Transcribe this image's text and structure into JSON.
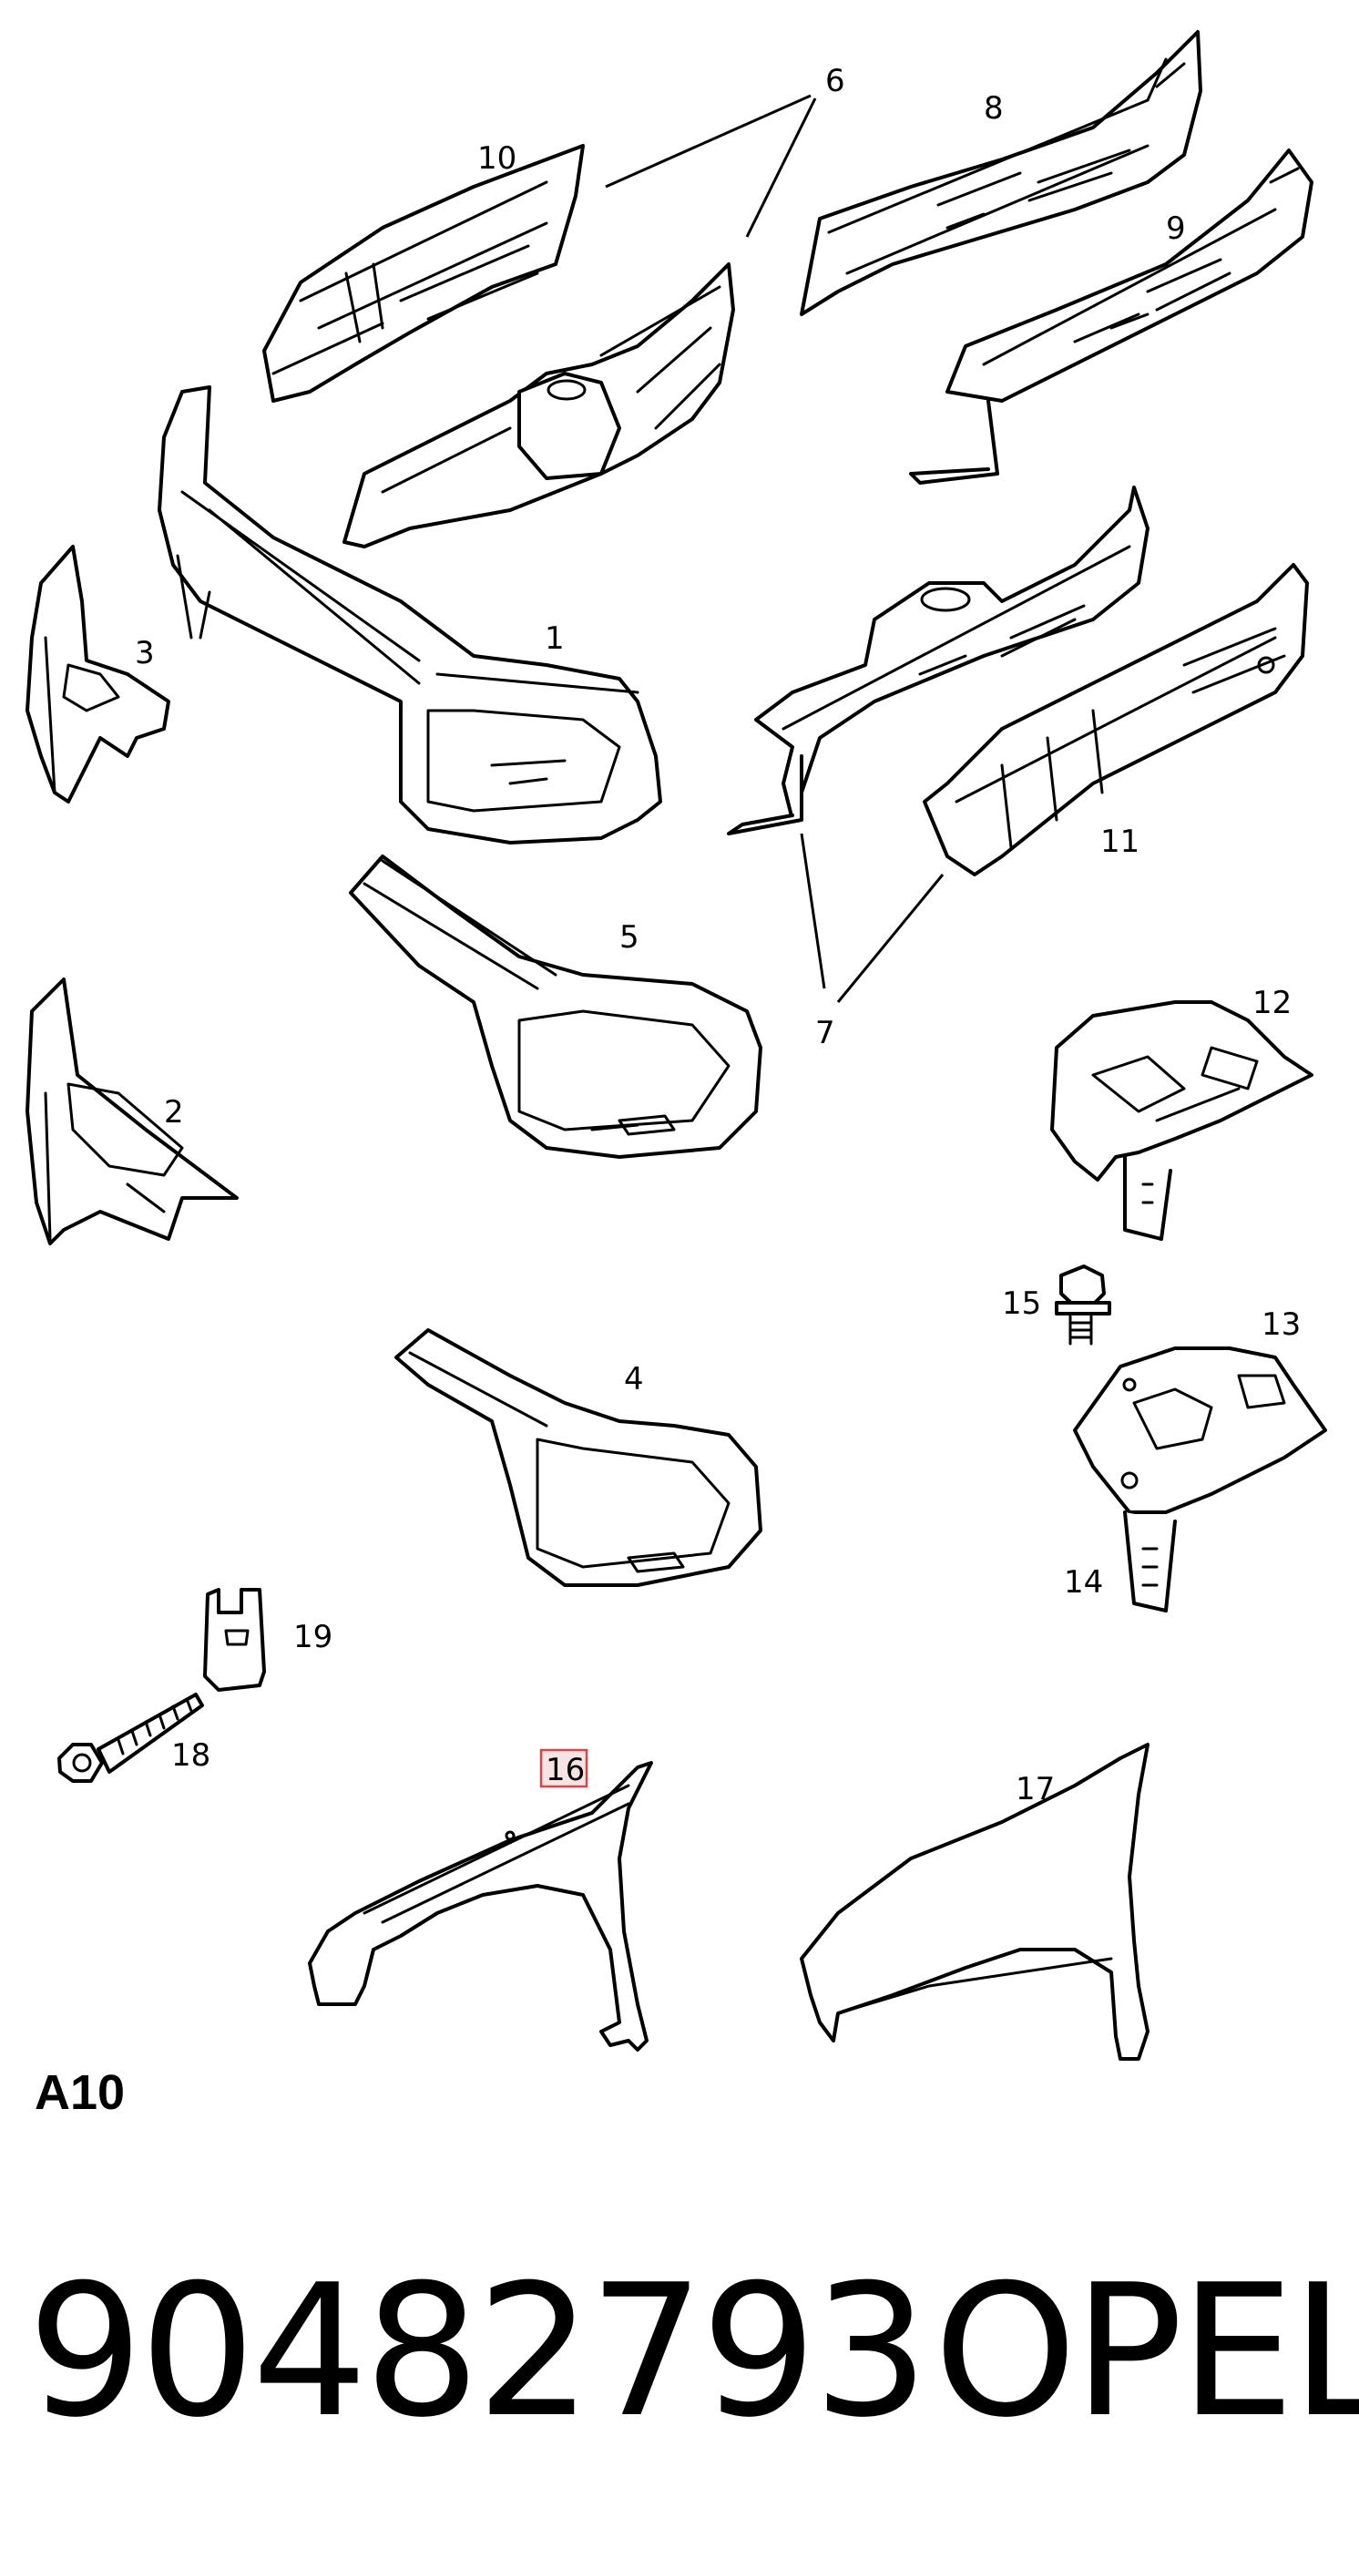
{
  "diagram": {
    "section_label": "A10",
    "highlighted_callout": "16",
    "highlight_color": "#d44444",
    "callouts": {
      "c1": "1",
      "c2": "2",
      "c3": "3",
      "c4": "4",
      "c5": "5",
      "c6": "6",
      "c7": "7",
      "c8": "8",
      "c9": "9",
      "c10": "10",
      "c11": "11",
      "c12": "12",
      "c13": "13",
      "c14": "14",
      "c15": "15",
      "c16": "16",
      "c17": "17",
      "c18": "18",
      "c19": "19"
    }
  },
  "footer": {
    "part_number": "90482793",
    "brand": "OPEL"
  }
}
